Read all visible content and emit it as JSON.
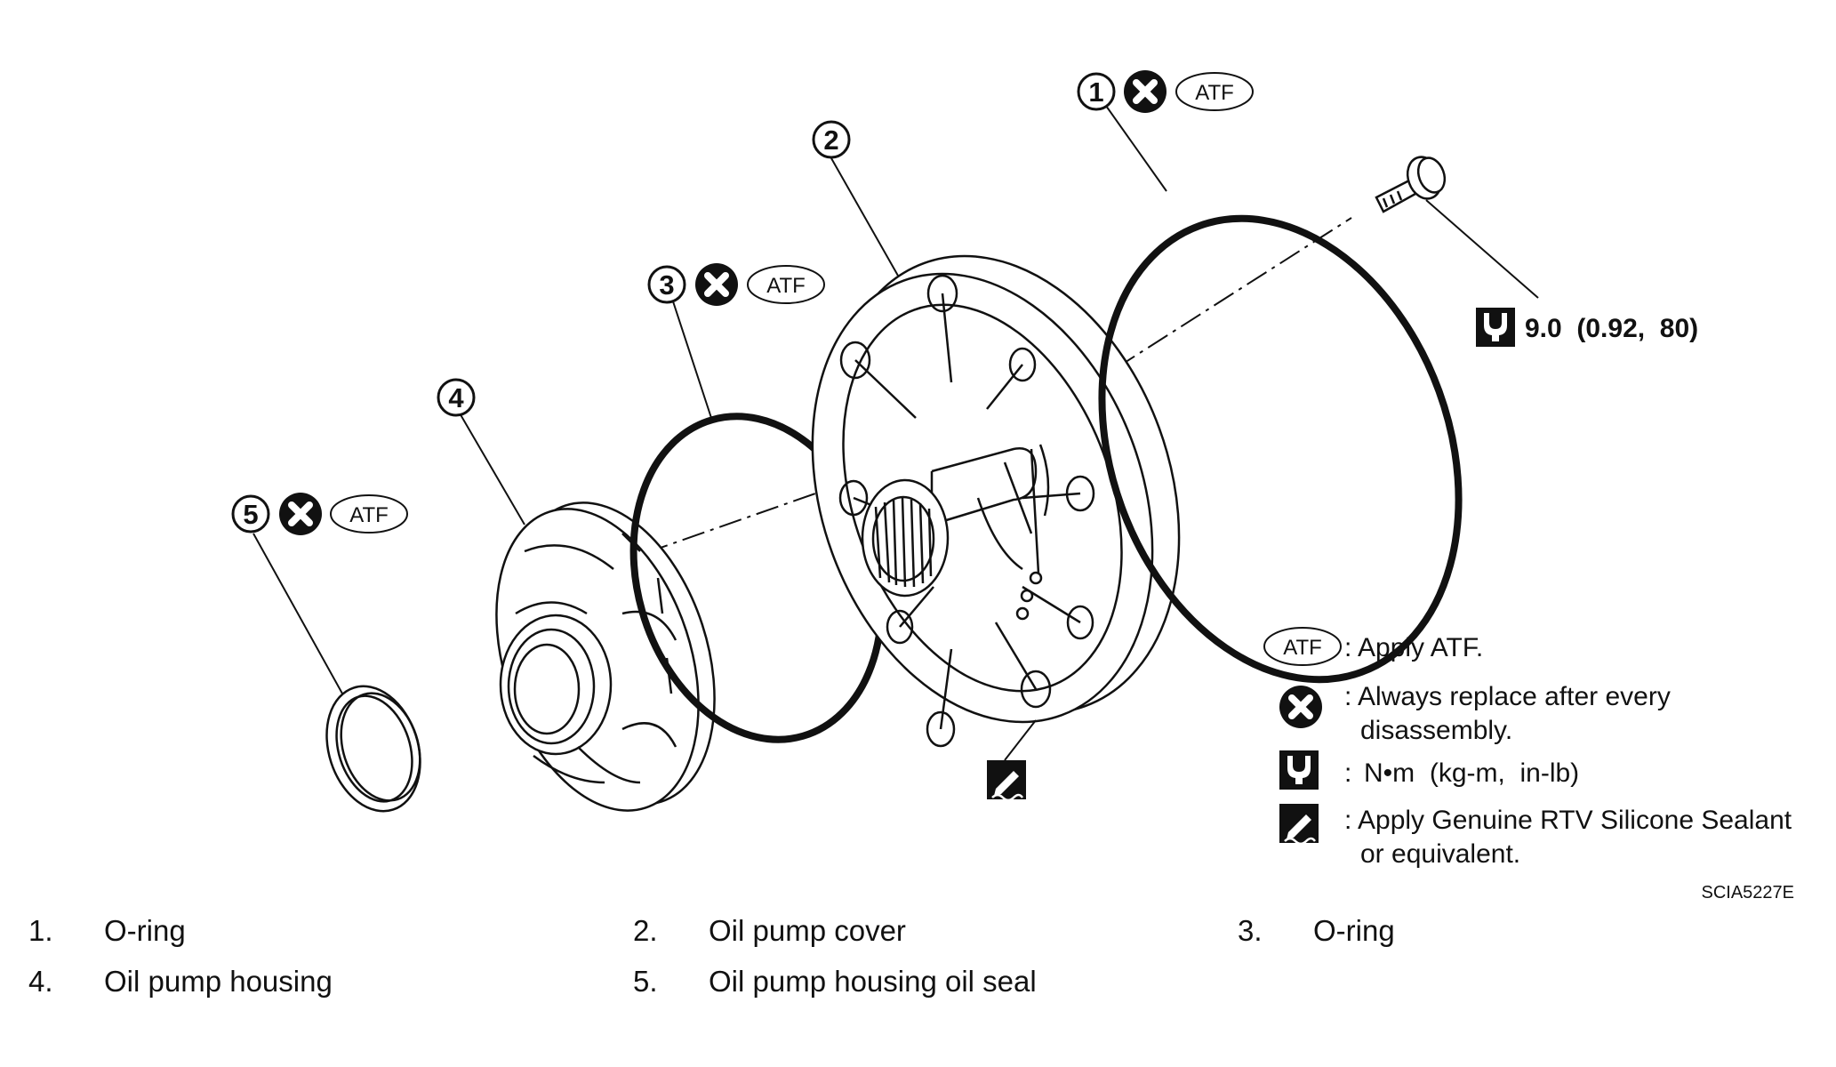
{
  "callouts": [
    {
      "num": "1",
      "badge": "ATF"
    },
    {
      "num": "2"
    },
    {
      "num": "3",
      "badge": "ATF"
    },
    {
      "num": "4"
    },
    {
      "num": "5",
      "badge": "ATF"
    }
  ],
  "torque": "9.0  (0.92,  80)",
  "legend": {
    "atf_badge": "ATF",
    "atf_text": ": Apply ATF.",
    "replace_line1": ": Always replace after every",
    "replace_line2": "disassembly.",
    "torque_colon": ":",
    "torque_units": "N•m  (kg-m,  in-lb)",
    "sealant_line1": ": Apply Genuine RTV Silicone Sealant",
    "sealant_line2": "or equivalent."
  },
  "figure_ref": "SCIA5227E",
  "parts": [
    {
      "num": "1.",
      "name": "O-ring"
    },
    {
      "num": "2.",
      "name": "Oil pump cover"
    },
    {
      "num": "3.",
      "name": "O-ring"
    },
    {
      "num": "4.",
      "name": "Oil pump housing"
    },
    {
      "num": "5.",
      "name": "Oil pump housing oil seal"
    }
  ]
}
